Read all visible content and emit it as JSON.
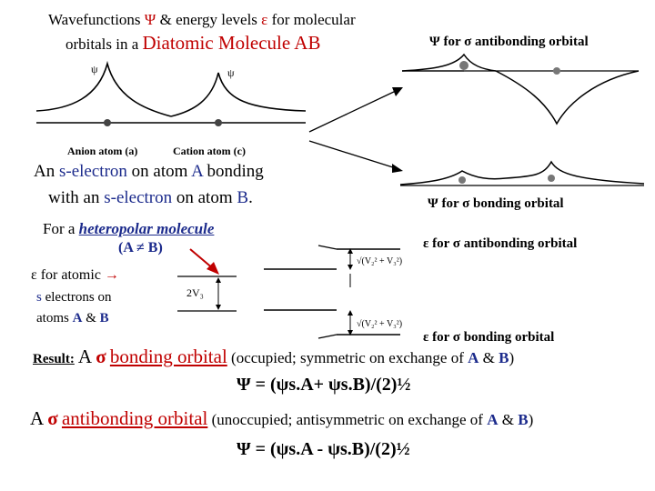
{
  "header": {
    "line1_pre": "Wavefunctions ",
    "psi": "Ψ",
    "line1_mid": " & energy levels ",
    "eps": "ε",
    "line1_post": " for molecular",
    "line2_pre": "orbitals in a ",
    "line2_big": "Diatomic Molecule AB"
  },
  "fig_left": {
    "psi_label_a": "ψ",
    "psi_label_c": "ψ",
    "anion_label": "Anion atom (a)",
    "cation_label": "Cation atom (c)"
  },
  "right_labels": {
    "antibonding_psi": "Ψ for σ antibonding orbital",
    "bonding_psi": "Ψ for σ bonding orbital",
    "antibonding_eps": "ε for σ antibonding orbital",
    "bonding_eps": "ε for σ bonding orbital"
  },
  "middle_text": {
    "l1_a": "An ",
    "l1_b": "s-electron",
    "l1_c": " on atom ",
    "l1_d": "A",
    "l1_e": " bonding",
    "l2_a": "with an ",
    "l2_b": "s-electron",
    "l2_c": " on atom ",
    "l2_d": "B",
    "l2_e": ".",
    "hetero_a": "For a ",
    "hetero_b": "heteropolar molecule",
    "hetero_c": "(A ≠ B)"
  },
  "atomic": {
    "l1": "ε for atomic",
    "arrow": "→",
    "l2_a": "s",
    "l2_b": " electrons on",
    "l3_a": "atoms ",
    "l3_b": "A",
    "l3_c": " & ",
    "l3_d": "B"
  },
  "energy_diagram": {
    "label_2v3": "2V₃",
    "label_sqrt": "√(V₂² + V₃²)"
  },
  "result": {
    "label": "Result:",
    "l1_a": " A ",
    "sigma": "σ",
    "l1_b": "bonding orbital",
    "l1_c": " (occupied; symmetric on exchange of ",
    "l1_d": "A",
    "l1_e": " & ",
    "l1_f": "B",
    "l1_g": ")",
    "eq1": "Ψ = (ψs.A+ ψs.B)/(2)½",
    "l2_a": "A ",
    "l2_b": "antibonding orbital",
    "l2_c": " (unoccupied; antisymmetric on exchange of ",
    "l2_d": "A",
    "l2_e": " & ",
    "l2_f": "B",
    "l2_g": ")",
    "eq2": "Ψ = (ψs.A - ψs.B)/(2)½"
  },
  "colors": {
    "red": "#c00000",
    "blue": "#1c2b8c"
  }
}
